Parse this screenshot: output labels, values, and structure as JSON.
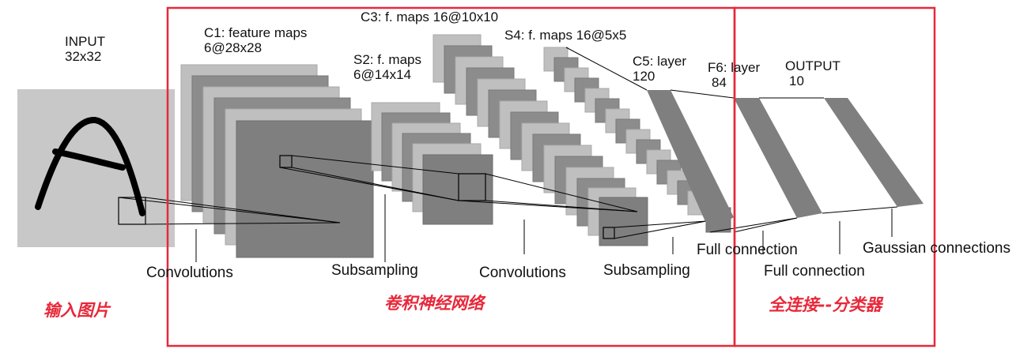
{
  "layers": {
    "input": {
      "name": "INPUT",
      "size": "32x32"
    },
    "c1": {
      "name": "C1: feature maps",
      "size": "6@28x28"
    },
    "s2": {
      "name": "S2: f. maps",
      "size": "6@14x14"
    },
    "c3": {
      "name": "C3: f. maps 16@10x10"
    },
    "s4": {
      "name": "S4: f. maps 16@5x5"
    },
    "c5": {
      "name": "C5: layer",
      "size": "120"
    },
    "f6": {
      "name": "F6: layer",
      "size": "84"
    },
    "output": {
      "name": "OUTPUT",
      "size": "10"
    }
  },
  "operations": {
    "conv1": "Convolutions",
    "sub1": "Subsampling",
    "conv2": "Convolutions",
    "sub2": "Subsampling",
    "full1": "Full connection",
    "full2": "Full connection",
    "gauss": "Gaussian connections"
  },
  "annotations": {
    "input_image": "输入图片",
    "cnn": "卷积神经网络",
    "classifier": "全连接--分类器"
  },
  "colors": {
    "frame_red": "#e8283a",
    "map_dark": "#7f7f7f",
    "map_light": "#bfbfbf"
  }
}
